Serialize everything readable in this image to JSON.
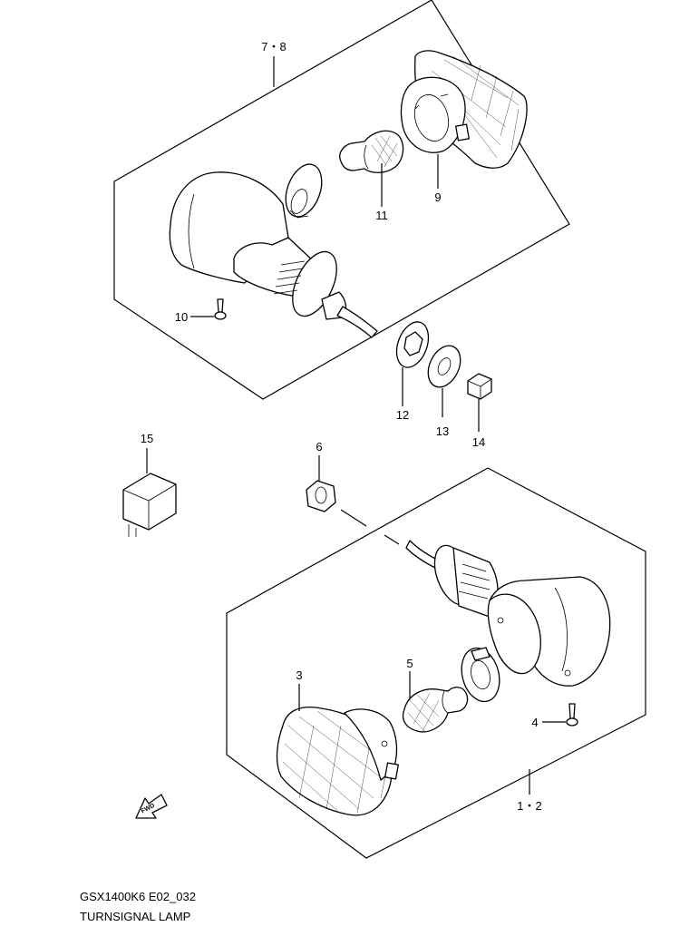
{
  "title": "TURNSIGNAL LAMP",
  "code": "GSX1400K6 E02_032",
  "fwd_label": "FWD",
  "callouts": {
    "p78": "7・8",
    "p9": "9",
    "p11": "11",
    "p10": "10",
    "p12": "12",
    "p13": "13",
    "p14": "14",
    "p15": "15",
    "p6": "6",
    "p3": "3",
    "p5": "5",
    "p4": "4",
    "p12b": "1・2"
  }
}
